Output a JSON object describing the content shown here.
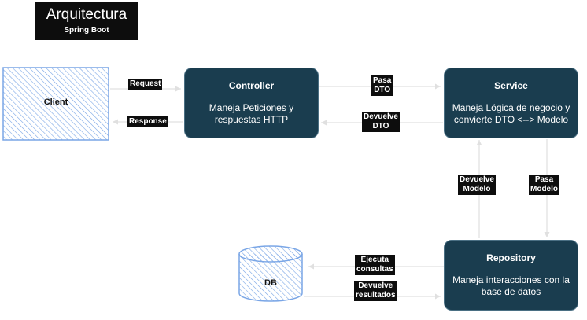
{
  "title": {
    "main": "Arquitectura",
    "sub": "Spring Boot"
  },
  "client": {
    "label": "Client"
  },
  "db": {
    "label": "DB"
  },
  "controller": {
    "title": "Controller",
    "desc1": "Maneja Peticiones y",
    "desc2": "respuestas HTTP"
  },
  "service": {
    "title": "Service",
    "desc1": "Maneja Lógica de negocio y",
    "desc2": "convierte DTO <--> Modelo"
  },
  "repository": {
    "title": "Repository",
    "desc1": "Maneja interacciones con la",
    "desc2": "base de datos"
  },
  "edges": {
    "request": "Request",
    "response": "Response",
    "pasa_dto_1": "Pasa",
    "pasa_dto_2": "DTO",
    "devuelve_dto_1": "Devuelve",
    "devuelve_dto_2": "DTO",
    "devuelve_modelo_1": "Devuelve",
    "devuelve_modelo_2": "Modelo",
    "pasa_modelo_1": "Pasa",
    "pasa_modelo_2": "Modelo",
    "ejecuta_1": "Ejecuta",
    "ejecuta_2": "consultas",
    "devuelve_res_1": "Devuelve",
    "devuelve_res_2": "resultados"
  },
  "colors": {
    "node_fill": "#1a3d4f",
    "sketch": "#7aa6e6",
    "edge": "#e8e8e8"
  }
}
